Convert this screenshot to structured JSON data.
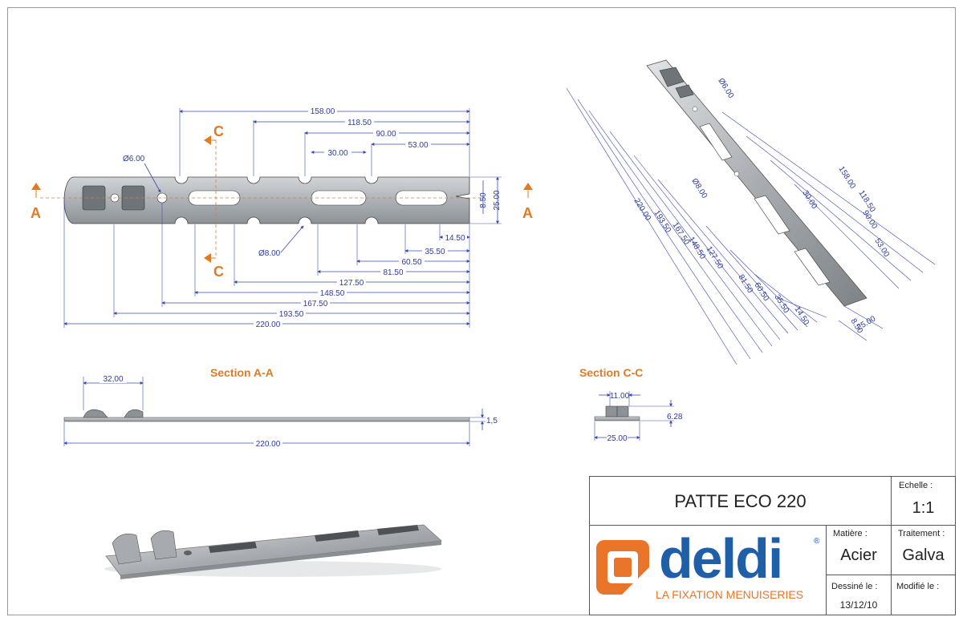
{
  "drawing": {
    "top_dims": [
      "158.00",
      "118.50",
      "90.00",
      "30.00",
      "53.00"
    ],
    "bottom_dims": [
      "14.50",
      "35.50",
      "60.50",
      "81.50",
      "127.50",
      "148.50",
      "167.50",
      "193.50",
      "220.00"
    ],
    "right_dims": [
      "8.50",
      "25.00"
    ],
    "hole_labels": [
      "Ø6.00",
      "Ø8.00"
    ],
    "section_marks": {
      "a": "A",
      "c": "C"
    },
    "section_aa": {
      "title": "Section A-A",
      "dim_tab": "32,00",
      "dim_thickness": "1,5",
      "dim_length": "220.00"
    },
    "section_cc": {
      "title": "Section C-C",
      "dim_width_top": "11.00",
      "dim_height": "6.28",
      "dim_width": "25.00"
    },
    "iso_dims": [
      "Ø6.00",
      "158.00",
      "118.50",
      "90.00",
      "Ø8.00",
      "30.00",
      "53.00",
      "220.00",
      "193.50",
      "167.50",
      "148.50",
      "127.50",
      "81.50",
      "60.50",
      "35.50",
      "14.50",
      "8.50",
      "25.00"
    ]
  },
  "title_block": {
    "part_name": "PATTE ECO 220",
    "echelle_label": "Echelle :",
    "echelle_value": "1:1",
    "matiere_label": "Matière :",
    "matiere_value": "Acier",
    "traitement_label": "Traitement :",
    "traitement_value": "Galva",
    "dessine_label": "Dessiné le :",
    "dessine_value": "13/12/10",
    "modifie_label": "Modifié le :",
    "modifie_value": ""
  },
  "logo": {
    "name": "deldi",
    "registered": "®",
    "tagline": "LA FIXATION MENUISERIES",
    "colors": {
      "orange": "#e8752a",
      "blue": "#1f5fa8"
    }
  },
  "colors": {
    "dimension": "#2e3a9e",
    "section": "#e07b24",
    "steel": "#b8bcc0"
  }
}
